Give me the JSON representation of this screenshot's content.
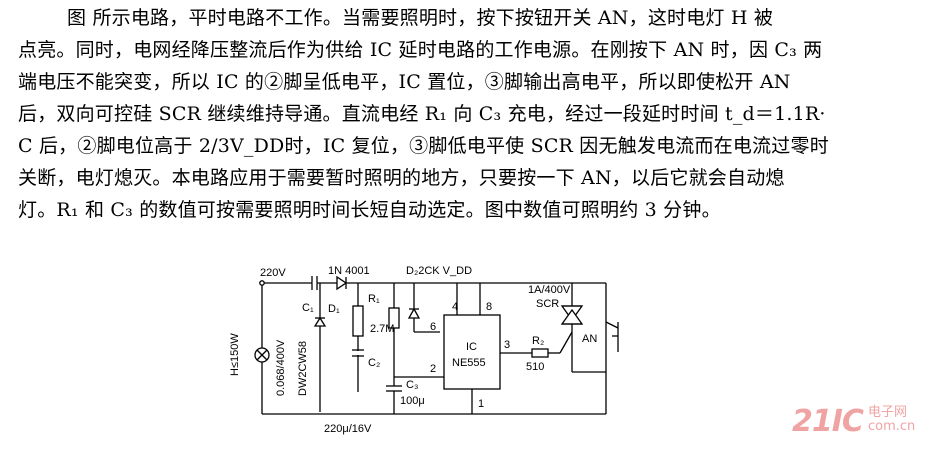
{
  "text": {
    "lines": [
      "图      所示电路，平时电路不工作。当需要照明时，按下按钮开关 AN，这时电灯 H 被",
      "点亮。同时，电网经降压整流后作为供给 IC 延时电路的工作电源。在刚按下 AN 时，因 C₃ 两",
      "端电压不能突变，所以 IC 的②脚呈低电平，IC 置位，③脚输出高电平，所以即使松开 AN",
      "后，双向可控硅 SCR 继续维持导通。直流电经 R₁ 向 C₃ 充电，经过一段延时时间 t_d＝1.1R·",
      "C 后，②脚电位高于 2/3V_DD时，IC 复位，③脚低电平使 SCR 因无触发电流而在电流过零时",
      "关断，电灯熄灭。本电路应用于需要暂时照明的地方，只要按一下 AN，以后它就会自动熄",
      "灯。R₁ 和 C₃ 的数值可按需要照明时间长短自动选定。图中数值可照明约 3 分钟。"
    ]
  },
  "circuit": {
    "labels": {
      "supply": "220V",
      "diode_top": "1N 4001",
      "c1": "C₁",
      "d1": "D₁",
      "r1": "R₁",
      "r1_val": "2.7M",
      "c2": "C₂",
      "d2": "D₂2CK V_DD",
      "pin4": "4",
      "pin8": "8",
      "pin6": "6",
      "pin2": "2",
      "pin3": "3",
      "pin1": "1",
      "ic_name": "IC",
      "ic_part": "NE555",
      "c3": "C₃",
      "c3_val": "100μ",
      "r2": "R₂",
      "r2_val": "510",
      "triac_rating": "1A/400V",
      "triac": "SCR",
      "switch": "AN",
      "lamp": "H≤150W",
      "c1_val": "0.068/400V",
      "zener": "DW2CW58",
      "c2_val": "220μ/16V"
    }
  },
  "watermark": {
    "main": "21IC",
    "side_top": "电子网",
    "side_bottom": "com.cn",
    "color": "#f0a3a3"
  }
}
